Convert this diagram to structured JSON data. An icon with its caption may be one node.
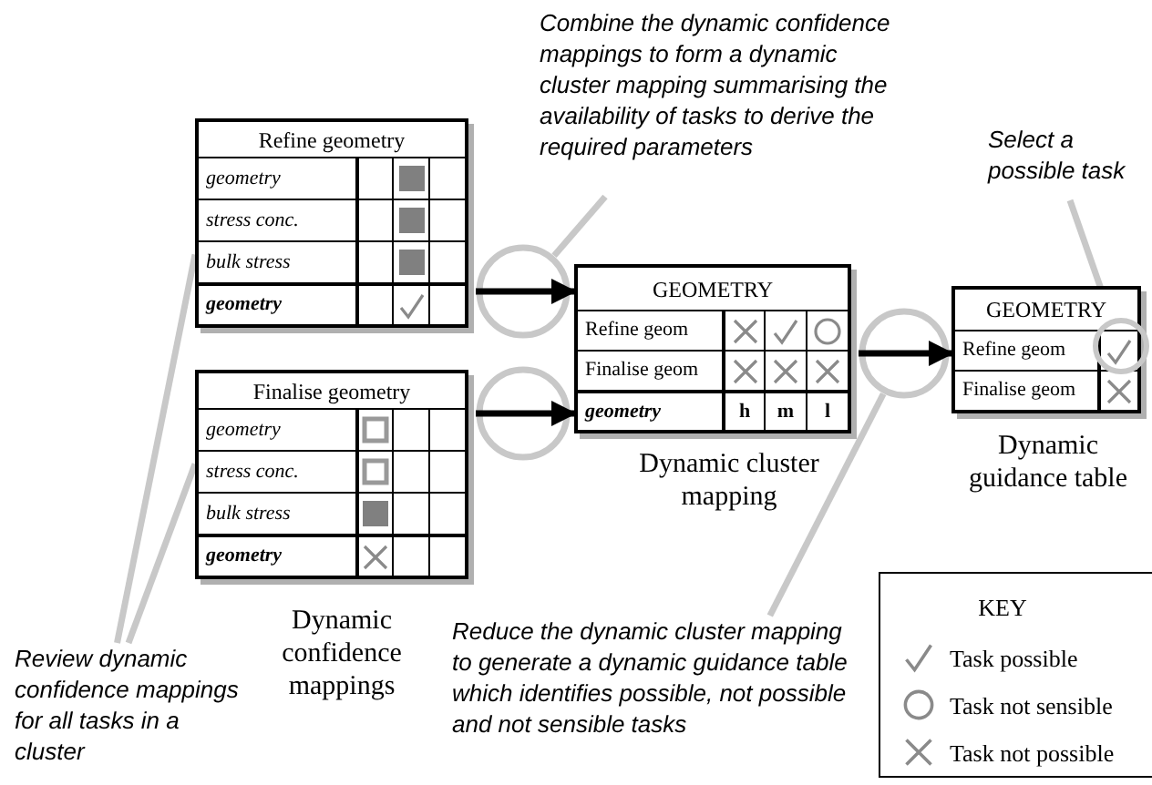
{
  "diagram": {
    "nodes": [
      {
        "text": [
          "Refine geometry",
          "geometry",
          "stress conc.",
          "bulk stress",
          "geometry"
        ]
      },
      {
        "text": [
          "Finalise geometry",
          "geometry",
          "stress conc.",
          "bulk stress",
          "geometry"
        ],
        "beside": [
          "Dynamic confidence mappings"
        ]
      },
      {
        "text": [
          "GEOMETRY",
          "Refine geom",
          "Finalise geom",
          "geometry",
          "h",
          "m",
          "l"
        ],
        "beside": [
          "Dynamic cluster mapping"
        ]
      },
      {
        "text": [
          "GEOMETRY",
          "Refine geom",
          "Finalise geom"
        ],
        "beside": [
          "Dynamic guidance table"
        ]
      },
      {
        "text": [],
        "shape": "circle"
      },
      {
        "text": [],
        "shape": "circle"
      },
      {
        "text": [],
        "shape": "circle"
      },
      {
        "text": [],
        "shape": "circle"
      },
      {
        "text": [
          "Combine the dynamic confidence mappings to form a dynamic cluster mapping summarising the availability of tasks to derive the required parameters"
        ]
      },
      {
        "text": [
          "Select a possible task"
        ]
      },
      {
        "text": [
          "Review dynamic confidence mappings for all tasks in a cluster"
        ]
      },
      {
        "text": [
          "Reduce the dynamic cluster mapping to generate a dynamic guidance table which identifies possible, not possible and not sensible tasks"
        ]
      }
    ],
    "edges": [
      {
        "from": 4,
        "to": 2,
        "arrow": "to",
        "color": "#000000"
      },
      {
        "from": 5,
        "to": 2,
        "arrow": "to",
        "color": "#000000"
      },
      {
        "from": 6,
        "to": 3,
        "arrow": "to",
        "color": "#000000"
      },
      {
        "from": 10,
        "to": 0,
        "arrow": "none"
      },
      {
        "from": 10,
        "to": 1,
        "arrow": "none"
      },
      {
        "from": 8,
        "to": 4,
        "arrow": "none"
      },
      {
        "from": 11,
        "to": 6,
        "arrow": "none"
      },
      {
        "from": 9,
        "to": 7,
        "arrow": "none"
      }
    ],
    "labels": [
      "KEY"
    ],
    "legend": [
      {
        "text": "Task possible"
      },
      {
        "text": "Task not sensible"
      },
      {
        "text": "Task not possible"
      }
    ]
  }
}
